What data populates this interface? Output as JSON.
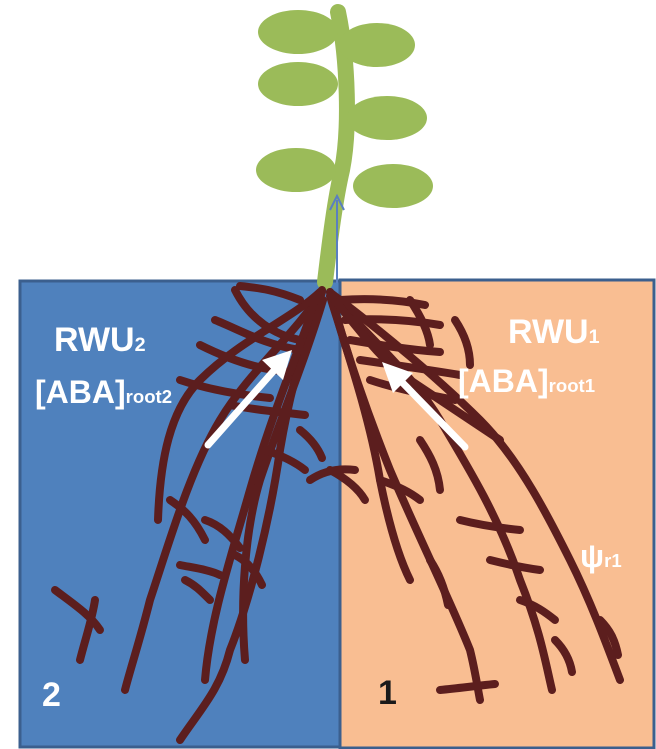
{
  "colors": {
    "left_compartment": "#4f81bd",
    "right_compartment": "#f9be92",
    "compartment_border": "#3b5f8e",
    "roots": "#5c1e1e",
    "plant": "#9bbb59",
    "arrows": "#ffffff",
    "stem_arrow": "#5a7fc0"
  },
  "left": {
    "rwu": "RWU",
    "rwu_sub": "2",
    "aba": "[ABA]",
    "aba_sub": "root2",
    "number": "2"
  },
  "right": {
    "rwu": "RWU",
    "rwu_sub": "1",
    "aba": "[ABA]",
    "aba_sub": "root1",
    "psi": "ψ",
    "psi_sub": "r1",
    "number": "1"
  }
}
